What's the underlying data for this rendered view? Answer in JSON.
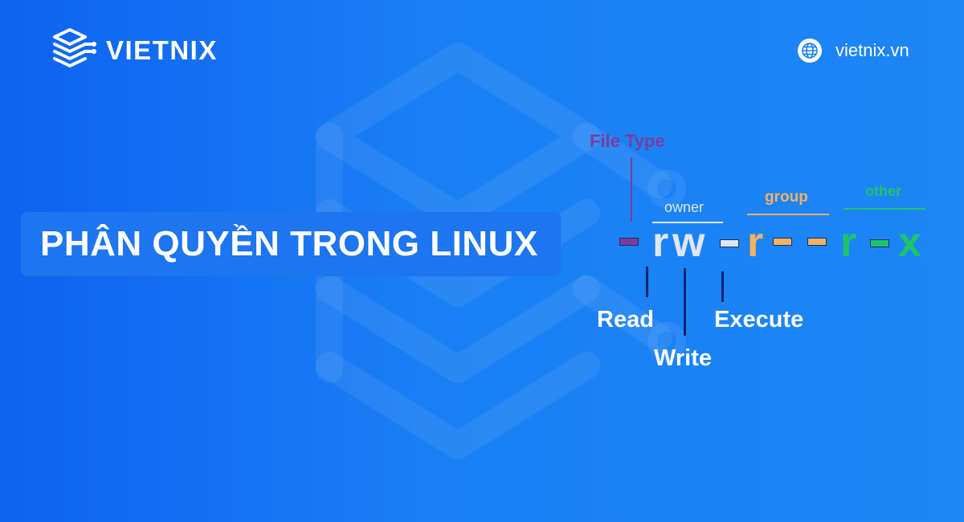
{
  "brand": {
    "name": "VIETNIX"
  },
  "website": {
    "url": "vietnix.vn"
  },
  "title": "PHÂN QUYỀN TRONG LINUX",
  "diagram": {
    "file_type_label": "File Type",
    "owner_label": "owner",
    "group_label": "group",
    "other_label": "other",
    "owner_read": "r",
    "owner_write": "w",
    "group_read": "r",
    "other_read": "r",
    "other_execute": "x",
    "read_label": "Read",
    "write_label": "Write",
    "execute_label": "Execute"
  },
  "colors": {
    "background": "#1a7ff5",
    "title_box": "#1d75ef",
    "file_type": "#7b3d9c",
    "owner": "#dfe6f1",
    "group": "#f4b162",
    "other": "#1ec468",
    "annotation_line": "#142468"
  }
}
